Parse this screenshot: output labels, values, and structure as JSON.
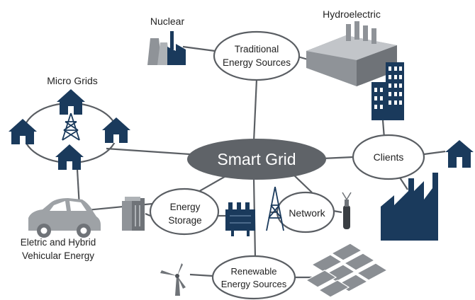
{
  "hub": {
    "label": "Smart Grid"
  },
  "nodes": {
    "traditional": {
      "line1": "Traditional",
      "line2": "Energy Sources"
    },
    "clients": {
      "label": "Clients"
    },
    "storage": {
      "line1": "Energy",
      "line2": "Storage"
    },
    "network": {
      "label": "Network"
    },
    "renewable": {
      "line1": "Renewable",
      "line2": "Energy Sources"
    }
  },
  "labels": {
    "nuclear": "Nuclear",
    "hydro": "Hydroelectric",
    "micro": "Micro Grids",
    "vehicle_line1": "Eletric and Hybrid",
    "vehicle_line2": "Vehicular Energy"
  },
  "colors": {
    "navy": "#1a3a5c",
    "gray": "#8f9398",
    "lightgray": "#aeb2b6",
    "line": "#5a5e63",
    "hub": "#5f6368"
  },
  "icons": [
    "nuclear-plant-icon",
    "hydroelectric-plant-icon",
    "house-icon",
    "tower-icon",
    "car-icon",
    "building-icon",
    "factory-icon",
    "battery-icon",
    "antenna-icon",
    "wind-turbine-icon",
    "solar-panel-icon"
  ]
}
